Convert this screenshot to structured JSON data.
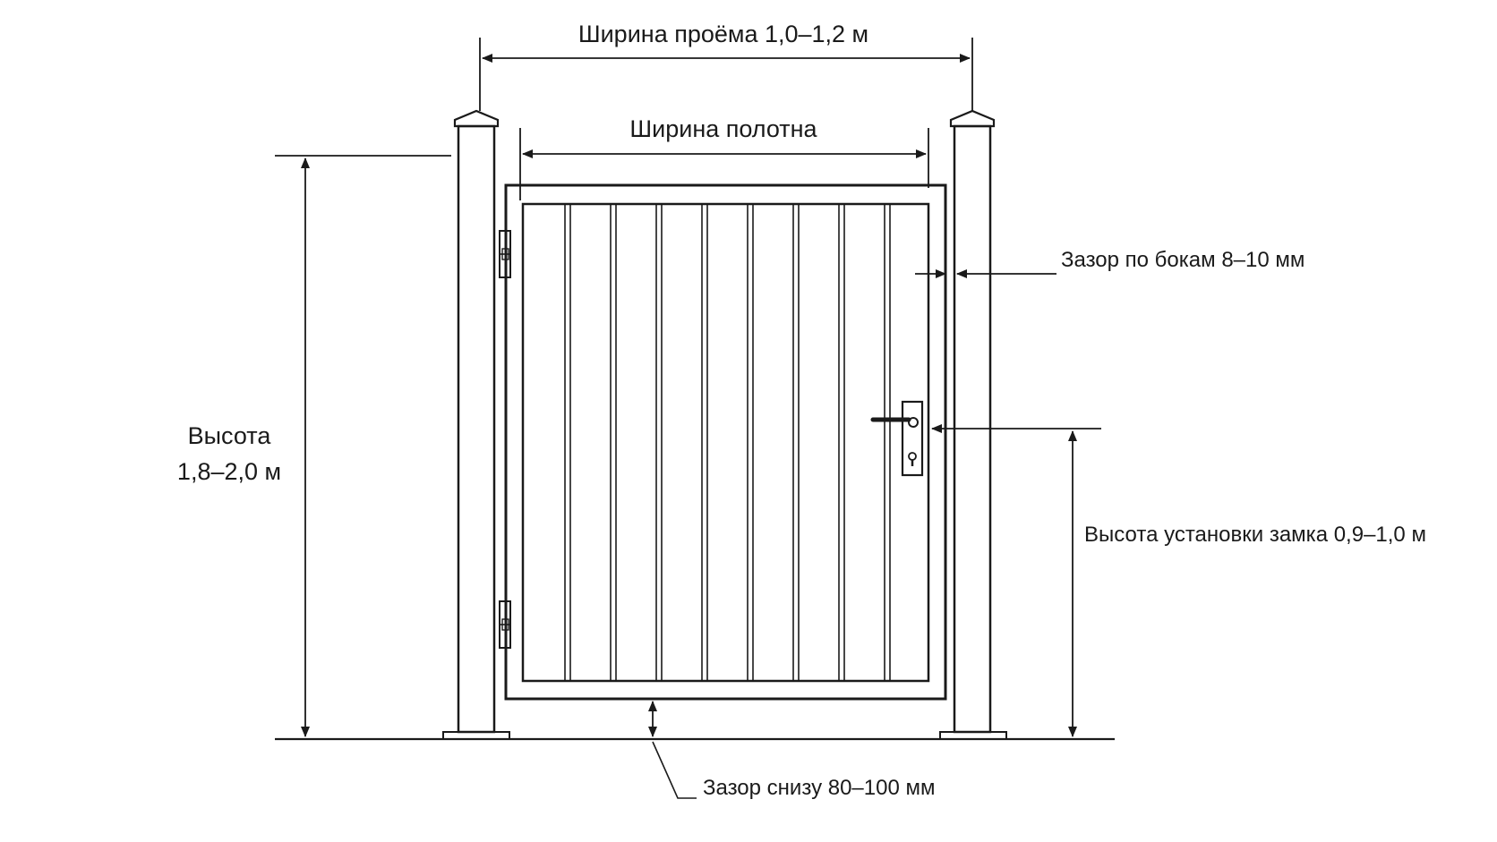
{
  "labels": {
    "opening_width": "Ширина проёма 1,0–1,2 м",
    "leaf_width": "Ширина полотна",
    "height_line1": "Высота",
    "height_line2": "1,8–2,0 м",
    "side_gap": "Зазор по бокам 8–10 мм",
    "lock_height": "Высота установки замка 0,9–1,0 м",
    "bottom_gap": "Зазор снизу 80–100 мм"
  },
  "colors": {
    "line": "#1a1a1a",
    "background": "#ffffff"
  }
}
